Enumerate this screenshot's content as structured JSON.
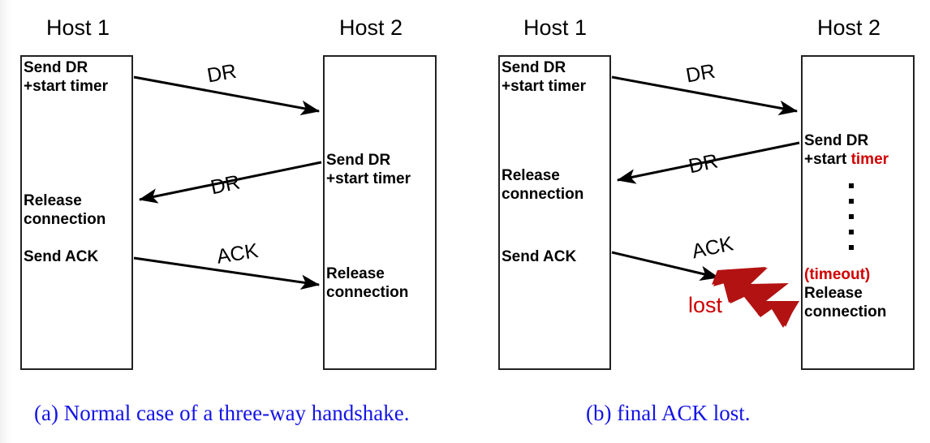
{
  "figure": {
    "title_a": "Host 1",
    "title_b": "Host 2",
    "caption_a": "(a) Normal case of a three-way handshake.",
    "caption_b": "(b) final ACK lost.",
    "colors": {
      "accent_red": "#d10000",
      "bolt_red": "#b31212",
      "caption_blue": "#1414e6",
      "line_black": "#000000"
    }
  },
  "panel_a": {
    "host1": {
      "title": "Host 1",
      "events": [
        {
          "line1": "Send DR",
          "line2": "+start timer"
        },
        {
          "line1": "Release",
          "line2": "connection"
        },
        {
          "line1": "Send ACK",
          "line2": ""
        }
      ]
    },
    "host2": {
      "title": "Host 2",
      "events": [
        {
          "line1": "Send DR",
          "line2": "+start timer"
        },
        {
          "line1": "Release",
          "line2": "connection"
        }
      ]
    },
    "messages": [
      {
        "label": "DR",
        "direction": "right"
      },
      {
        "label": "DR",
        "direction": "left"
      },
      {
        "label": "ACK",
        "direction": "right"
      }
    ]
  },
  "panel_b": {
    "host1": {
      "title": "Host 1",
      "events": [
        {
          "line1": "Send DR",
          "line2": "+start timer"
        },
        {
          "line1": "Release",
          "line2": "connection"
        },
        {
          "line1": "Send ACK",
          "line2": ""
        }
      ]
    },
    "host2": {
      "title": "Host 2",
      "events": [
        {
          "line1": "Send DR",
          "line2_plain": "+start ",
          "line2_red": "timer"
        },
        {
          "timeout": "(timeout)",
          "line1": "Release",
          "line2": "connection"
        }
      ],
      "dots_count": 5
    },
    "messages": [
      {
        "label": "DR",
        "direction": "right"
      },
      {
        "label": "DR",
        "direction": "left"
      },
      {
        "label": "ACK",
        "direction": "right",
        "status": "lost"
      }
    ],
    "lost_label": "lost"
  }
}
